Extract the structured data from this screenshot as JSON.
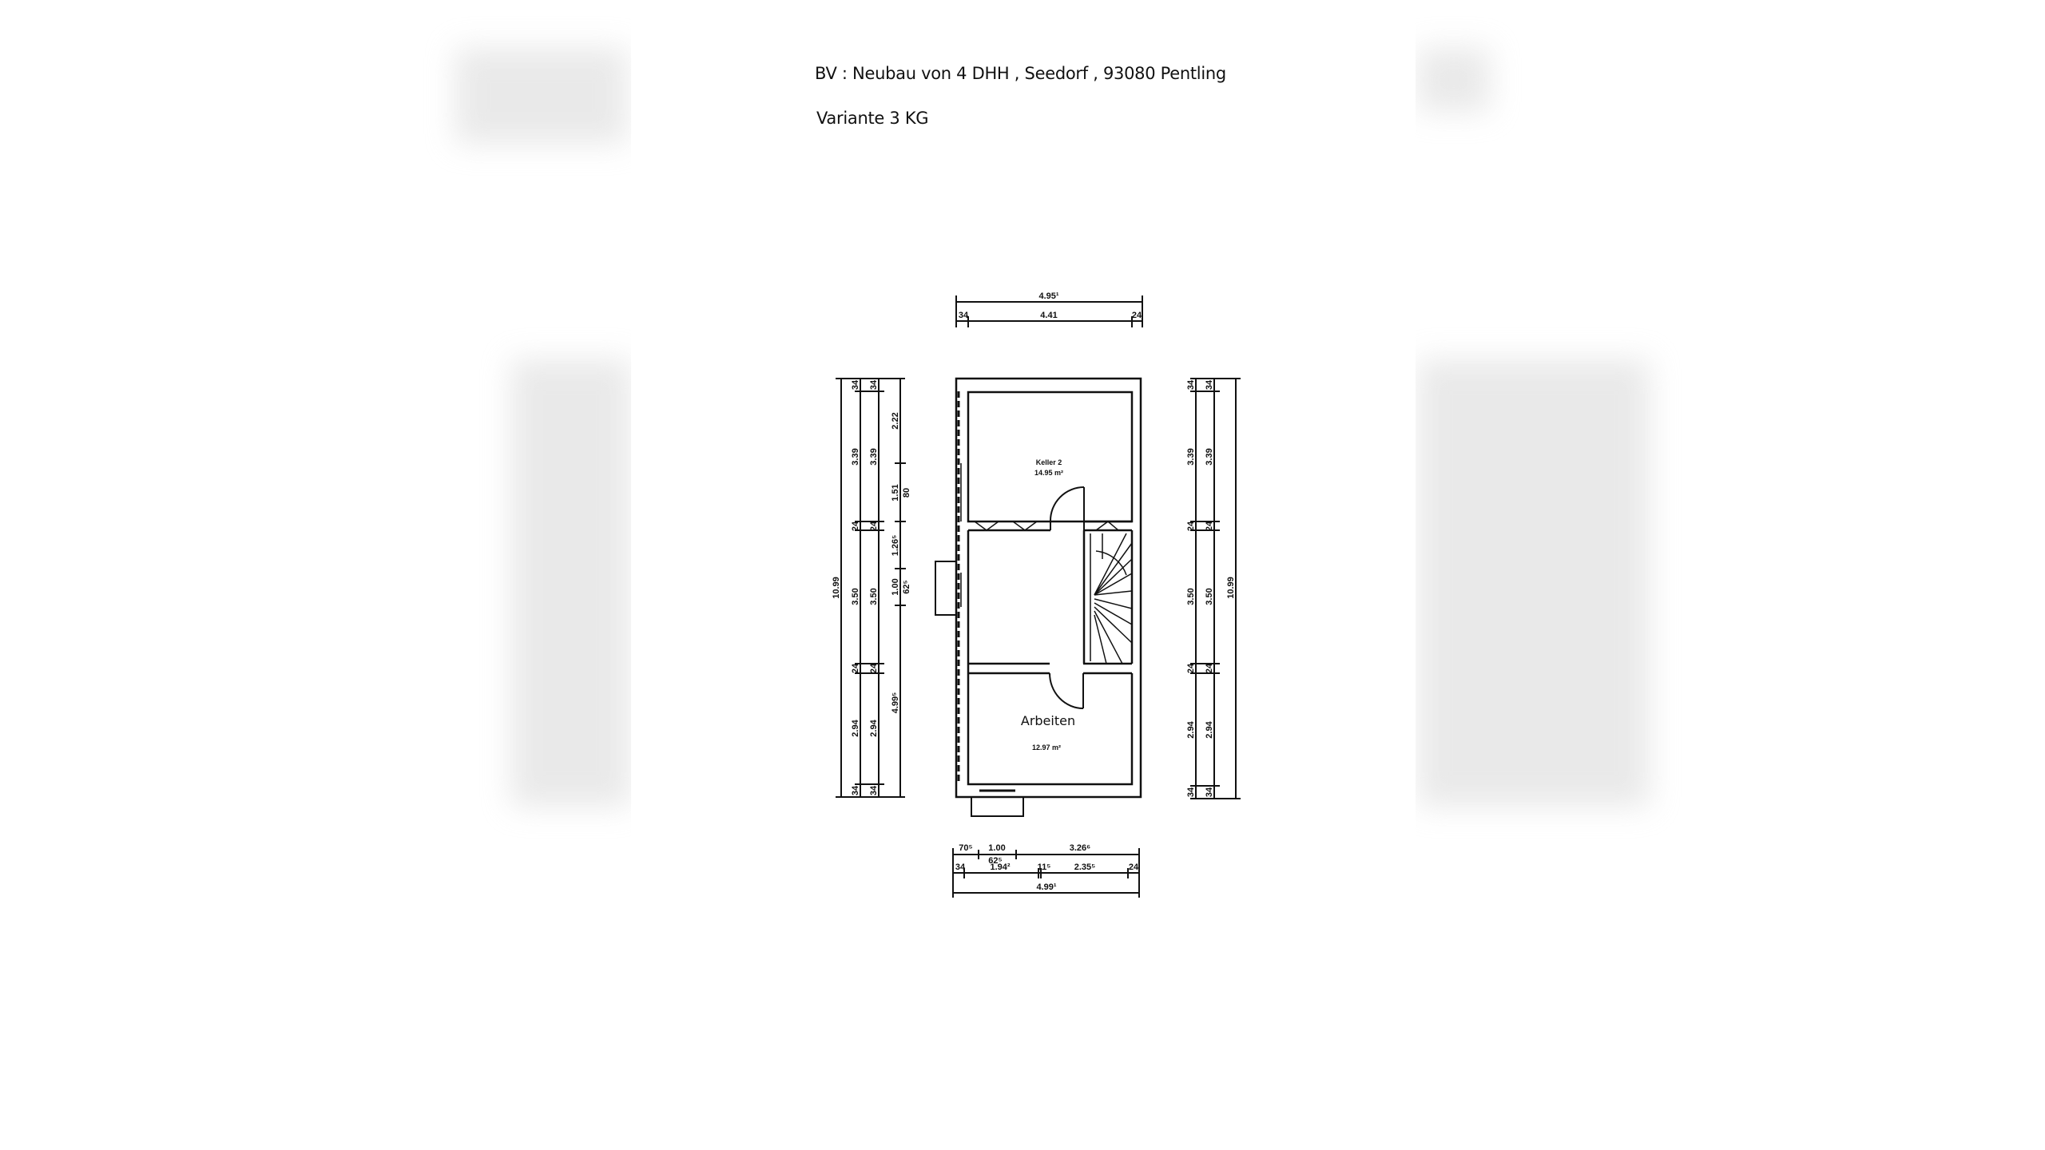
{
  "header": {
    "project": "BV : Neubau von 4 DHH , Seedorf , 93080 Pentling",
    "variant": "Variante 3 KG"
  },
  "rooms": [
    {
      "name": "Keller 2",
      "area": "14.95 m²"
    },
    {
      "name": "Arbeiten",
      "area": "12.97 m²"
    }
  ],
  "dims": {
    "top_total": "4.95¹",
    "top_parts": [
      "34",
      "4.41",
      "24"
    ],
    "left_total": "10.99",
    "left_a": [
      "34",
      "3.39",
      "24",
      "3.50",
      "24",
      "2.94",
      "34"
    ],
    "left_b": [
      "34",
      "3.39",
      "24",
      "3.50",
      "24",
      "2.94",
      "34"
    ],
    "left_c": [
      "2.22",
      "1.51",
      "80",
      "1.26⁵",
      "1.00",
      "62⁵",
      "4.99⁵"
    ],
    "right_a": [
      "34",
      "3.39",
      "24",
      "3.50",
      "24",
      "2.94",
      "34"
    ],
    "right_b": [
      "34",
      "3.39",
      "24",
      "3.50",
      "24",
      "2.94",
      "34"
    ],
    "right_total": "10.99",
    "bottom_row1": [
      "70⁵",
      "1.00",
      "3.26⁶",
      "62⁵"
    ],
    "bottom_row2": [
      "34",
      "1.94²",
      "11⁵",
      "2.35⁵",
      "24"
    ],
    "bottom_total": "4.99¹"
  }
}
